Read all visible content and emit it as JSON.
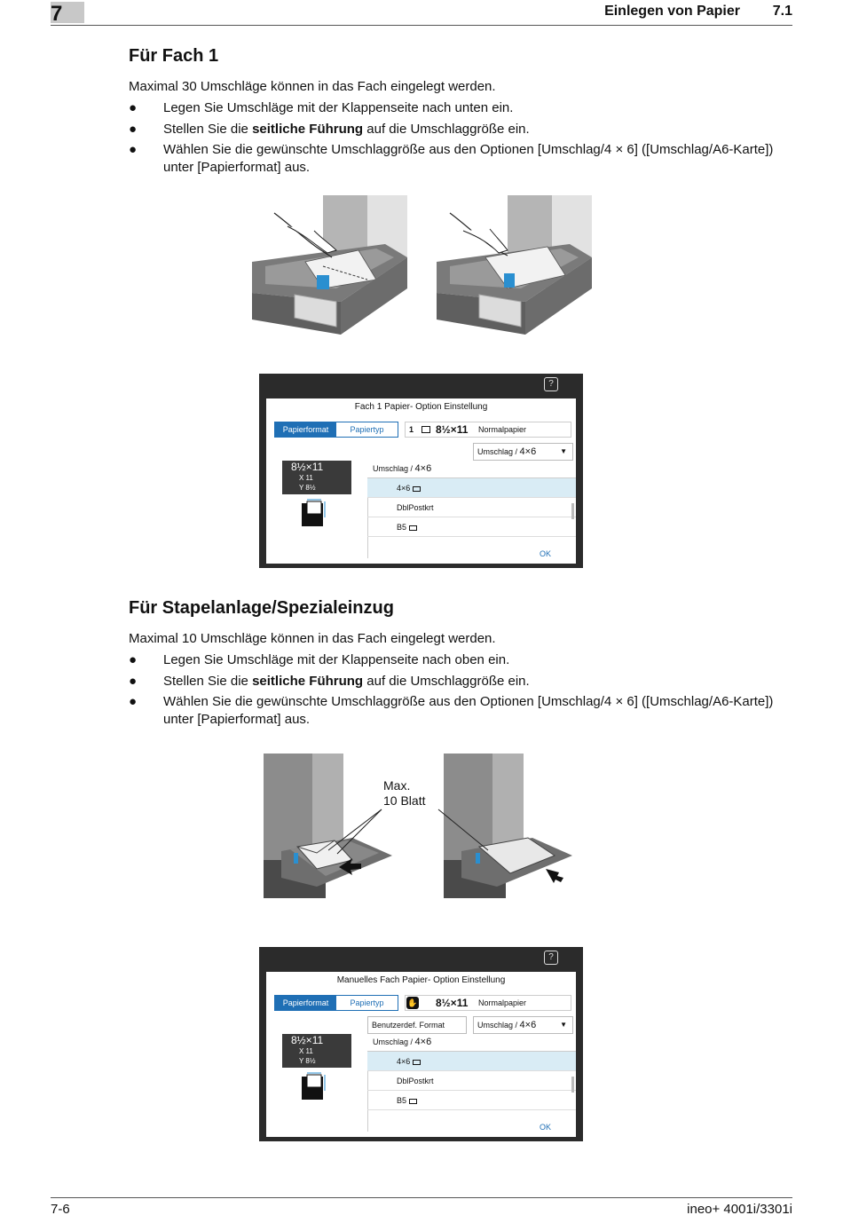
{
  "header": {
    "chapter_number": "7",
    "title": "Einlegen von Papier",
    "section": "7.1"
  },
  "section1": {
    "heading": "Für Fach 1",
    "intro": "Maximal 30 Umschläge können in das Fach eingelegt werden.",
    "bullets": [
      {
        "pre": "Legen Sie Umschläge mit der Klappenseite nach unten ein.",
        "bold": "",
        "post": ""
      },
      {
        "pre": "Stellen Sie die ",
        "bold": "seitliche Führung",
        "post": " auf die Umschlaggröße ein."
      },
      {
        "pre": "Wählen Sie die gewünschte Umschlaggröße aus den Optionen [Umschlag/4 × 6]  ([Umschlag/A6-Karte]) unter [Papierformat] aus.",
        "bold": "",
        "post": ""
      }
    ]
  },
  "screen1": {
    "title": "Fach 1 Papier- Option Einstellung",
    "tab_format": "Papierformat",
    "tab_type": "Papiertyp",
    "tray_number": "1",
    "tray_size": "8½×11",
    "tray_paper": "Normalpapier",
    "dropdown_right_label": "Umschlag /",
    "dropdown_right_value": "4×6",
    "size_box": {
      "size": "8½×11",
      "x": "X 11",
      "y": "Y 8½"
    },
    "list_header_label": "Umschlag /",
    "list_header_value": "4×6",
    "list_items": [
      "4×6",
      "DblPostkrt",
      "B5"
    ],
    "ok": "OK"
  },
  "section2": {
    "heading": "Für Stapelanlage/Spezialeinzug",
    "intro": "Maximal 10 Umschläge können in das Fach eingelegt werden.",
    "bullets": [
      {
        "pre": "Legen Sie Umschläge mit der Klappenseite nach oben ein.",
        "bold": "",
        "post": ""
      },
      {
        "pre": "Stellen Sie die ",
        "bold": "seitliche Führung",
        "post": " auf die Umschlaggröße ein."
      },
      {
        "pre": "Wählen Sie die gewünschte Umschlaggröße aus den Optionen [Umschlag/4 × 6]  ([Umschlag/A6-Karte]) unter [Papierformat] aus.",
        "bold": "",
        "post": ""
      }
    ],
    "callout_line1": "Max.",
    "callout_line2": "10 Blatt"
  },
  "screen2": {
    "title": "Manuelles Fach Papier- Option Einstellung",
    "tab_format": "Papierformat",
    "tab_type": "Papiertyp",
    "tray_size": "8½×11",
    "tray_paper": "Normalpapier",
    "dropdown_left": "Benutzerdef. Format",
    "dropdown_right_label": "Umschlag /",
    "dropdown_right_value": "4×6",
    "size_box": {
      "size": "8½×11",
      "x": "X 11",
      "y": "Y 8½"
    },
    "list_header_label": "Umschlag /",
    "list_header_value": "4×6",
    "list_items": [
      "4×6",
      "DblPostkrt",
      "B5"
    ],
    "ok": "OK"
  },
  "footer": {
    "page": "7-6",
    "model": "ineo+ 4001i/3301i"
  },
  "colors": {
    "accent_blue": "#1f6fb5",
    "selected_row": "#d9ecf5",
    "screen_dark": "#2b2b2b",
    "guide_blue": "#2a8fd0"
  }
}
